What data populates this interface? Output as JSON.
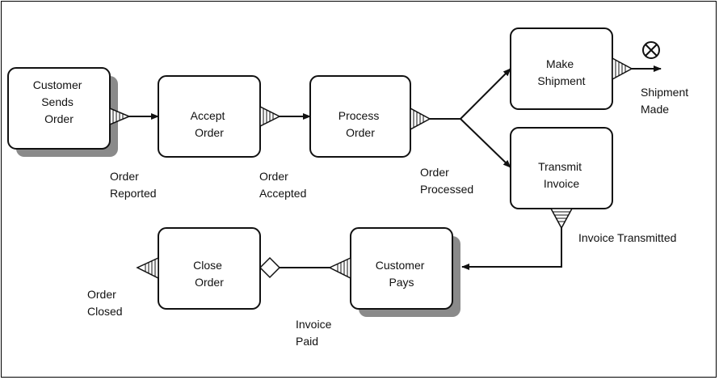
{
  "nodes": {
    "customer_sends_order": [
      "Customer",
      "Sends",
      "Order"
    ],
    "accept_order": [
      "Accept",
      "Order"
    ],
    "process_order": [
      "Process",
      "Order"
    ],
    "make_shipment": [
      "Make",
      "Shipment"
    ],
    "transmit_invoice": [
      "Transmit",
      "Invoice"
    ],
    "customer_pays": [
      "Customer",
      "Pays"
    ],
    "close_order": [
      "Close",
      "Order"
    ]
  },
  "events": {
    "order_reported": [
      "Order",
      "Reported"
    ],
    "order_accepted": [
      "Order",
      "Accepted"
    ],
    "order_processed": [
      "Order",
      "Processed"
    ],
    "shipment_made": [
      "Shipment",
      "Made"
    ],
    "invoice_transmitted": [
      "Invoice Transmitted"
    ],
    "invoice_paid": [
      "Invoice",
      "Paid"
    ],
    "order_closed": [
      "Order",
      "Closed"
    ]
  },
  "colors": {
    "line": "#111111",
    "box_fill": "#ffffff",
    "shadow": "#8a8a8a"
  }
}
